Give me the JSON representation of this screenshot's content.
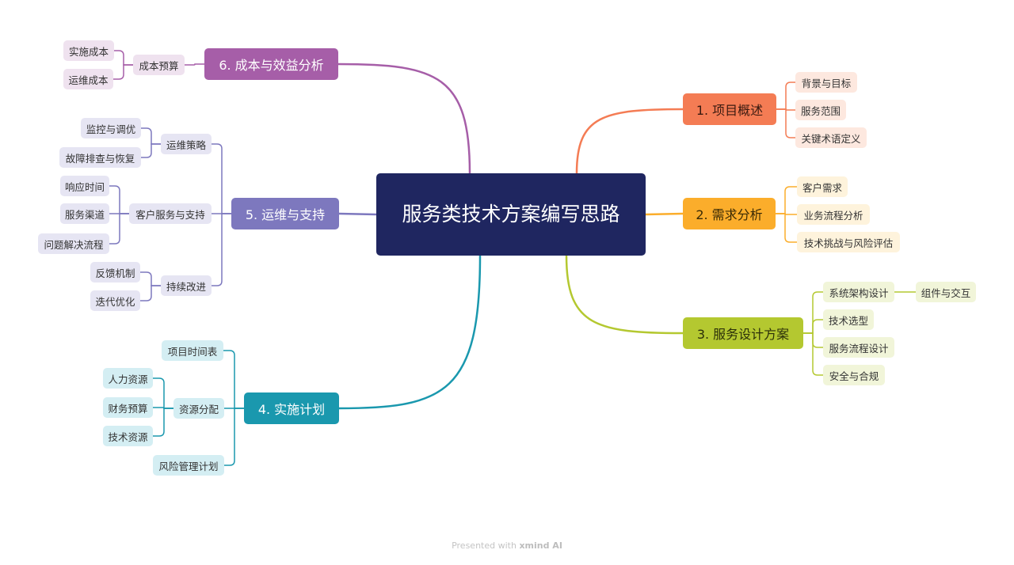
{
  "root": "服务类技术方案编写思路",
  "branches": [
    {
      "title": "1. 项目概述",
      "color": "#f47c54",
      "light": "#fde8df",
      "children": [
        {
          "label": "背景与目标"
        },
        {
          "label": "服务范围"
        },
        {
          "label": "关键术语定义"
        }
      ]
    },
    {
      "title": "2. 需求分析",
      "color": "#fbad2b",
      "light": "#fef3dc",
      "children": [
        {
          "label": "客户需求"
        },
        {
          "label": "业务流程分析"
        },
        {
          "label": "技术挑战与风险评估"
        }
      ]
    },
    {
      "title": "3. 服务设计方案",
      "color": "#b4c830",
      "light": "#f1f5d9",
      "children": [
        {
          "label": "系统架构设计",
          "children": [
            {
              "label": "组件与交互"
            }
          ]
        },
        {
          "label": "技术选型"
        },
        {
          "label": "服务流程设计"
        },
        {
          "label": "安全与合规"
        }
      ]
    },
    {
      "title": "4. 实施计划",
      "color": "#1a98ae",
      "light": "#d4eef3",
      "children": [
        {
          "label": "项目时间表"
        },
        {
          "label": "资源分配",
          "children": [
            {
              "label": "人力资源"
            },
            {
              "label": "财务预算"
            },
            {
              "label": "技术资源"
            }
          ]
        },
        {
          "label": "风险管理计划"
        }
      ]
    },
    {
      "title": "5. 运维与支持",
      "color": "#7d78be",
      "light": "#e6e5f3",
      "children": [
        {
          "label": "运维策略",
          "children": [
            {
              "label": "监控与调优"
            },
            {
              "label": "故障排查与恢复"
            }
          ]
        },
        {
          "label": "客户服务与支持",
          "children": [
            {
              "label": "响应时间"
            },
            {
              "label": "服务渠道"
            },
            {
              "label": "问题解决流程"
            }
          ]
        },
        {
          "label": "持续改进",
          "children": [
            {
              "label": "反馈机制"
            },
            {
              "label": "迭代优化"
            }
          ]
        }
      ]
    },
    {
      "title": "6. 成本与效益分析",
      "color": "#a65ea8",
      "light": "#efe2ef",
      "children": [
        {
          "label": "成本预算",
          "children": [
            {
              "label": "实施成本"
            },
            {
              "label": "运维成本"
            }
          ]
        }
      ]
    }
  ],
  "footer": {
    "prefix": "Presented with ",
    "brand": "xmind AI"
  }
}
